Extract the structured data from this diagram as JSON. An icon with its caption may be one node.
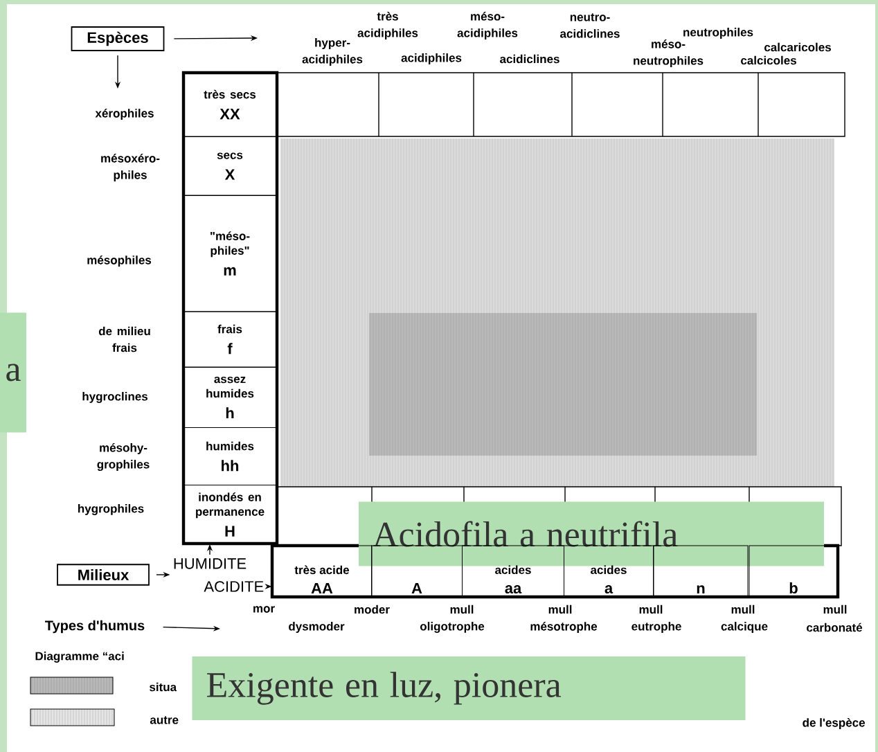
{
  "diagram": {
    "nodes": [
      {
        "text": [
          "Espèces"
        ]
      },
      {
        "text": [
          "très secs",
          "XX"
        ]
      },
      {
        "text": [
          "secs",
          "X"
        ]
      },
      {
        "text": [
          "\"méso- philes\"",
          "m"
        ]
      },
      {
        "text": [
          "frais",
          "f"
        ]
      },
      {
        "text": [
          "assez humides",
          "h"
        ]
      },
      {
        "text": [
          "humides",
          "hh"
        ]
      },
      {
        "text": [
          "inondés en permanence",
          "H"
        ]
      },
      {
        "text": [
          "a"
        ]
      },
      {
        "text": [
          "Acidofila a neutrifila"
        ]
      },
      {
        "text": [
          "HUMIDITE"
        ]
      },
      {
        "text": [
          "Milieux"
        ]
      },
      {
        "text": [
          "ACIDITE"
        ]
      },
      {
        "text": [
          "très acide",
          "AA"
        ]
      },
      {
        "text": [
          "A"
        ]
      },
      {
        "text": [
          "acides",
          "aa"
        ]
      },
      {
        "text": [
          "acides",
          "a"
        ]
      },
      {
        "text": [
          "n"
        ]
      },
      {
        "text": [
          "b"
        ]
      },
      {
        "text": [
          "Types d'humus"
        ]
      },
      {
        "text": [
          "Exigente en luz, pionera"
        ]
      }
    ],
    "edges": [
      {
        "from": 0,
        "to": null,
        "arrow": "to"
      },
      {
        "from": 0,
        "to": null,
        "arrow": "to"
      },
      {
        "from": 11,
        "to": 10,
        "arrow": "to"
      },
      {
        "from": 10,
        "to": 7,
        "arrow": "to"
      },
      {
        "from": 12,
        "to": 13,
        "arrow": "to"
      },
      {
        "from": 19,
        "to": null,
        "arrow": "to"
      }
    ],
    "labels": [
      "très acidiphiles",
      "méso- acidiphiles",
      "neutro- acidiclines",
      "neutrophiles",
      "hyper- acidiphiles",
      "acidiphiles",
      "acidiclines",
      "méso- neutrophiles",
      "calcaricoles",
      "calcicoles",
      "xérophiles",
      "mésoxéro- philes",
      "mésophiles",
      "de milieu frais",
      "hygroclines",
      "mésohy- grophiles",
      "hygrophiles",
      "mor",
      "moder",
      "mull",
      "mull",
      "mull",
      "mull",
      "mull",
      "dysmoder",
      "oligotrophe",
      "mésotrophe",
      "eutrophe",
      "calcique",
      "carbonaté",
      "Diagramme “aci",
      "de l'espèce"
    ],
    "legend": [
      {
        "text": "situa"
      },
      {
        "text": "autre"
      }
    ]
  }
}
